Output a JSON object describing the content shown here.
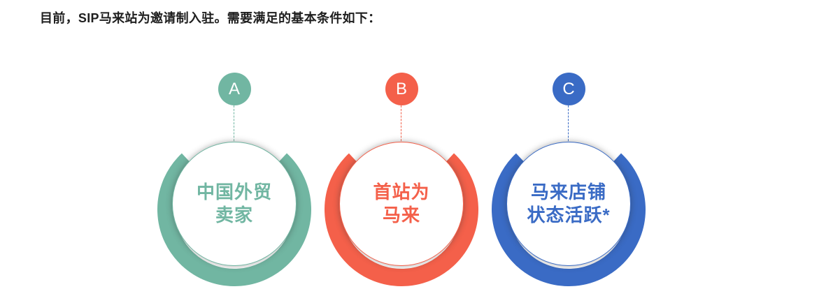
{
  "page": {
    "background": "#ffffff"
  },
  "header": {
    "title": "目前，SIP马来站为邀请制入驻。需要满足的基本条件如下："
  },
  "conditions": [
    {
      "badge": "A",
      "color": "#71b6a2",
      "lines": [
        "中国外贸",
        "卖家"
      ]
    },
    {
      "badge": "B",
      "color": "#f4604a",
      "lines": [
        "首站为",
        "马来"
      ]
    },
    {
      "badge": "C",
      "color": "#3a6bc5",
      "lines": [
        "马来店铺",
        "状态活跃*"
      ]
    }
  ]
}
